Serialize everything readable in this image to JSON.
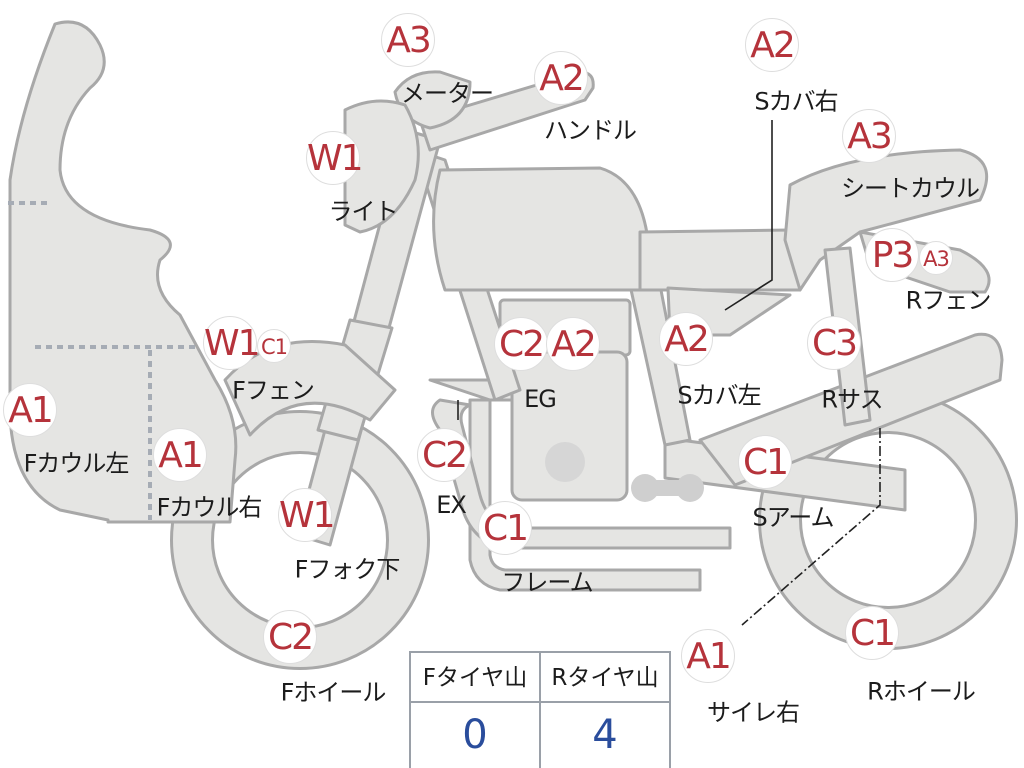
{
  "parts": [
    {
      "id": "meter",
      "name": "メーター",
      "grade": "A3"
    },
    {
      "id": "handle",
      "name": "ハンドル",
      "grade": "A2"
    },
    {
      "id": "light",
      "name": "ライト",
      "grade": "W1"
    },
    {
      "id": "f-fender",
      "name": "Fフェン",
      "grade": "W1",
      "sub_grade": "C1"
    },
    {
      "id": "f-cowl-left",
      "name": "Fカウル左",
      "grade": "A1"
    },
    {
      "id": "f-cowl-right",
      "name": "Fカウル右",
      "grade": "A1"
    },
    {
      "id": "f-fork-lower",
      "name": "Fフォク下",
      "grade": "W1"
    },
    {
      "id": "f-wheel",
      "name": "Fホイール",
      "grade": "C2"
    },
    {
      "id": "exhaust",
      "name": "EX",
      "grade": "C2"
    },
    {
      "id": "engine",
      "name": "EG",
      "grades": [
        "C2",
        "A2"
      ]
    },
    {
      "id": "frame",
      "name": "フレーム",
      "grade": "C1"
    },
    {
      "id": "side-cover-right",
      "name": "Sカバ右",
      "grade": "A2"
    },
    {
      "id": "seat-cowl",
      "name": "シートカウル",
      "grade": "A3"
    },
    {
      "id": "r-fender",
      "name": "Rフェン",
      "grade": "P3",
      "sub_grade": "A3"
    },
    {
      "id": "side-cover-left",
      "name": "Sカバ左",
      "grade": "A2"
    },
    {
      "id": "r-suspension",
      "name": "Rサス",
      "grade": "C3"
    },
    {
      "id": "swing-arm",
      "name": "Sアーム",
      "grade": "C1"
    },
    {
      "id": "silencer-right",
      "name": "サイレ右",
      "grade": "A1"
    },
    {
      "id": "r-wheel",
      "name": "Rホイール",
      "grade": "C1"
    }
  ],
  "tires": {
    "headers": [
      "Fタイヤ山",
      "Rタイヤ山"
    ],
    "values": [
      "0",
      "4"
    ]
  },
  "colors": {
    "grade_text": "#b5333b",
    "tire_value": "#2a4d9c",
    "body_fill": "#e5e5e3",
    "outline": "#a8a8a8"
  }
}
